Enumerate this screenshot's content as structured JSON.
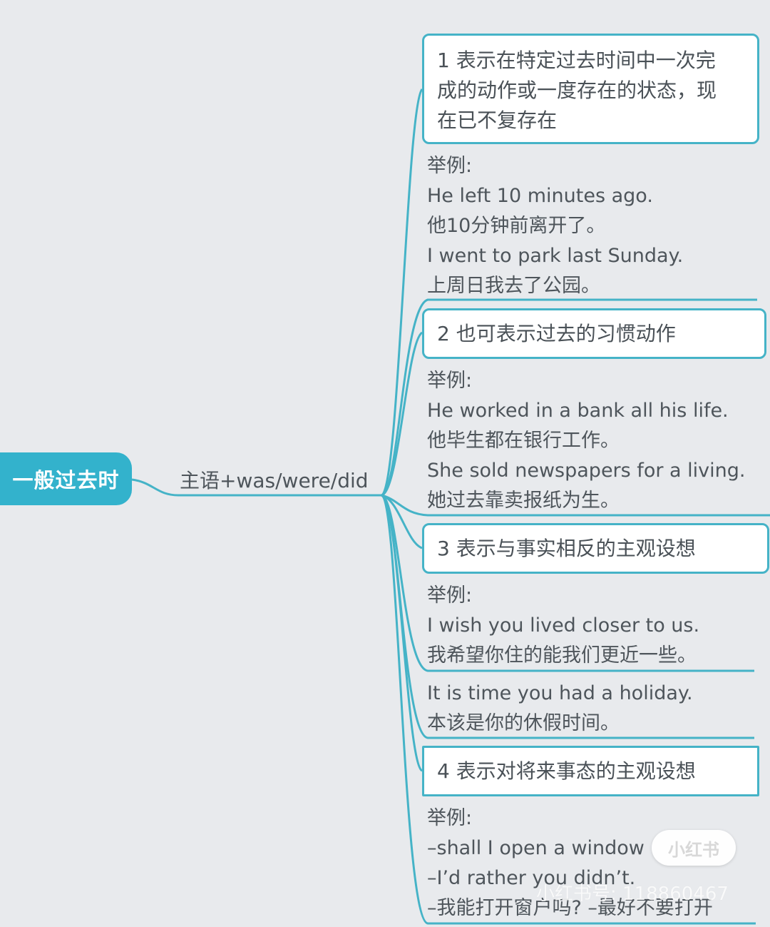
{
  "root": {
    "label": "一般过去时",
    "color": "#33b2cc"
  },
  "formula": {
    "label": "主语+was/were/did"
  },
  "branch_color": "#45b3c7",
  "branches": [
    {
      "title_lines": [
        "1 表示在特定过去时间中一次完",
        "成的动作或一度存在的状态，现",
        "在已不复存在"
      ],
      "examples": [
        "举例:",
        "He left 10 minutes ago.",
        "他10分钟前离开了。",
        "I went to park last Sunday.",
        "上周日我去了公园。"
      ]
    },
    {
      "title_lines": [
        "2 也可表示过去的习惯动作"
      ],
      "examples": [
        "举例:",
        "He worked in a bank all his life.",
        "他毕生都在银行工作。",
        "She sold newspapers for a living.",
        "她过去靠卖报纸为生。"
      ]
    },
    {
      "title_lines": [
        "3 表示与事实相反的主观设想"
      ],
      "examples": [
        "举例:",
        "I wish you lived closer to us.",
        "我希望你住的能我们更近一些。"
      ],
      "examples_b": [
        "It is time you had a holiday.",
        "本该是你的休假时间。"
      ]
    },
    {
      "title_lines": [
        "4 表示对将来事态的主观设想"
      ],
      "examples": [
        "举例:",
        "–shall I open a window",
        "–I’d rather you didn’t.",
        "–我能打开窗户吗? –最好不要打开"
      ]
    }
  ],
  "watermark": {
    "logo": "小红书",
    "id_text": "小红书号: 118860467"
  }
}
